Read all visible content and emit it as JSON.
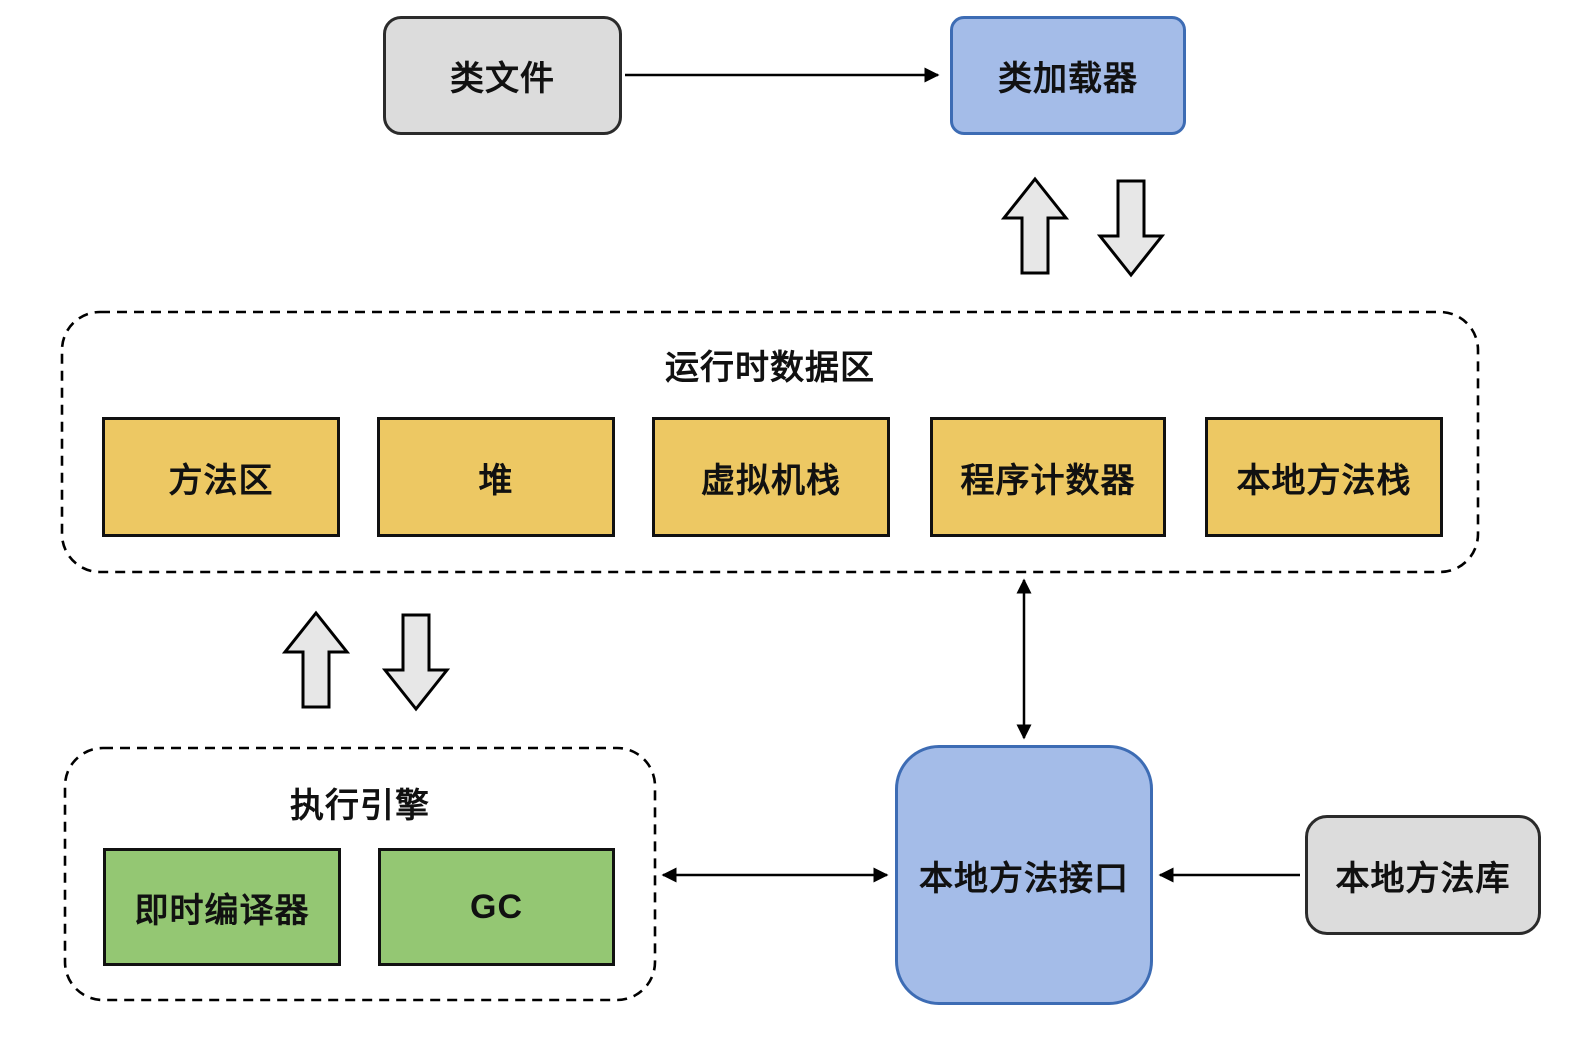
{
  "diagram": {
    "class_file": {
      "label": "类文件"
    },
    "class_loader": {
      "label": "类加载器"
    },
    "runtime_data_area": {
      "title": "运行时数据区",
      "boxes": [
        {
          "label": "方法区"
        },
        {
          "label": "堆"
        },
        {
          "label": "虚拟机栈"
        },
        {
          "label": "程序计数器"
        },
        {
          "label": "本地方法栈"
        }
      ]
    },
    "execution_engine": {
      "title": "执行引擎",
      "boxes": [
        {
          "label": "即时编译器"
        },
        {
          "label": "GC"
        }
      ]
    },
    "native_interface": {
      "label": "本地方法接口"
    },
    "native_library": {
      "label": "本地方法库"
    },
    "colors": {
      "gray_fill": "#DCDCDC",
      "gray_border": "#2B2B2B",
      "blue_fill": "#A4BCE8",
      "blue_border": "#3D6CB4",
      "yellow_fill": "#EDC863",
      "green_fill": "#94C773",
      "block_arrow_fill": "#E7E7E7",
      "line": "#000000",
      "background": "#FFFFFF"
    }
  }
}
